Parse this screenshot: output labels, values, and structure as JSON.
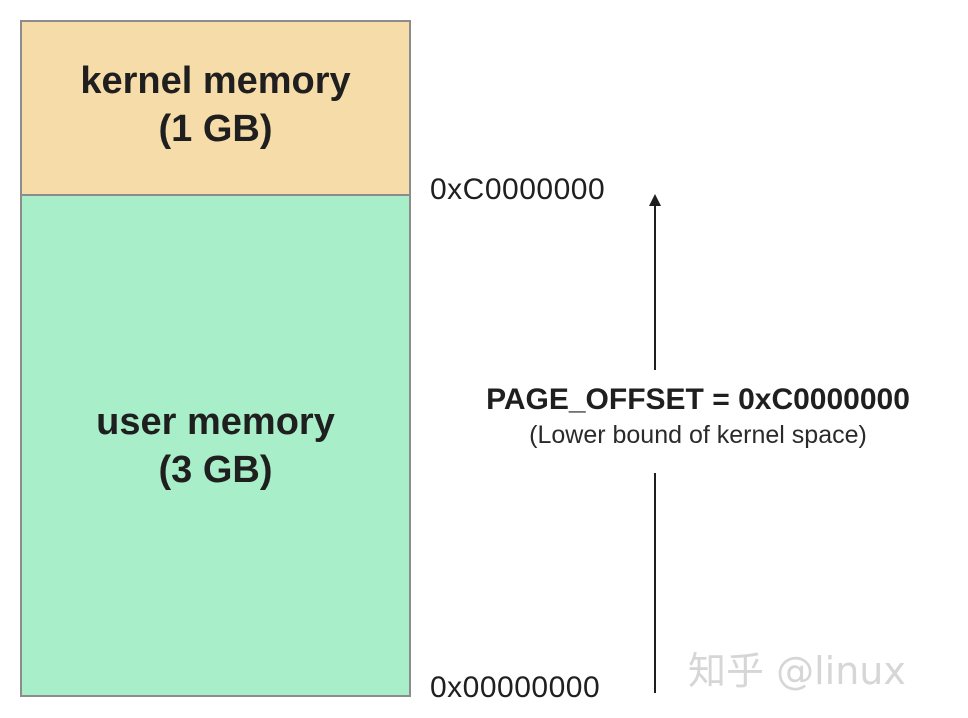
{
  "kernel_block": {
    "line1": "kernel memory",
    "line2": "(1 GB)",
    "color": "#f6dca9"
  },
  "user_block": {
    "line1": "user memory",
    "line2": "(3 GB)",
    "color": "#a8eec9"
  },
  "addresses": {
    "upper": "0xC0000000",
    "lower": "0x00000000"
  },
  "page_offset": {
    "label": "PAGE_OFFSET = 0xC0000000",
    "description": "(Lower bound of kernel space)"
  },
  "watermark": "知乎 @linux"
}
